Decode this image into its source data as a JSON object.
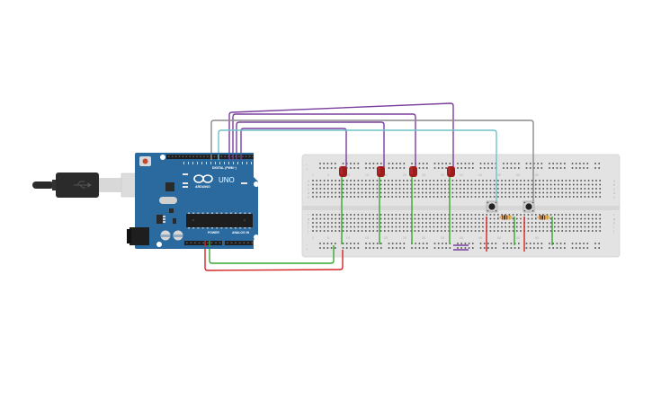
{
  "scene": {
    "type": "circuit-breadboard-view",
    "background": "#ffffff"
  },
  "arduino": {
    "brand_label": "ARDUINO",
    "model_label": "UNO",
    "digital_header_label": "DIGITAL (PWM~)",
    "power_header_label": "POWER",
    "analog_header_label": "ANALOG IN",
    "board_color": "#2a6a9f",
    "header_color": "#1f1f1f"
  },
  "usb_cable": {
    "label": "USB",
    "color": "#2b2b2b"
  },
  "breadboard": {
    "color": "#e3e3e3",
    "column_labels": [
      "1",
      "5",
      "10",
      "15",
      "20",
      "25",
      "30",
      "35",
      "40",
      "45",
      "50",
      "55",
      "60"
    ],
    "row_labels_top": [
      "a",
      "b",
      "c",
      "d",
      "e"
    ],
    "row_labels_bottom": [
      "f",
      "g",
      "h",
      "i",
      "j"
    ],
    "rail_minus": "−",
    "rail_plus": "+"
  },
  "components": {
    "leds": [
      {
        "name": "led-1",
        "color": "#9e1c1c"
      },
      {
        "name": "led-2",
        "color": "#9e1c1c"
      },
      {
        "name": "led-3",
        "color": "#9e1c1c"
      },
      {
        "name": "led-4",
        "color": "#9e1c1c"
      }
    ],
    "pushbuttons": [
      {
        "name": "pushbutton-1"
      },
      {
        "name": "pushbutton-2"
      }
    ],
    "resistors": [
      {
        "name": "resistor-1",
        "bands": [
          "#8b4513",
          "#000000",
          "#cc2200",
          "#c9a227"
        ]
      },
      {
        "name": "resistor-2",
        "bands": [
          "#8b4513",
          "#000000",
          "#cc2200",
          "#c9a227"
        ]
      }
    ]
  },
  "wire_colors": {
    "purple": "#7b3f9e",
    "cyan": "#6ec3c9",
    "gray": "#8c8c8c",
    "green": "#37a832",
    "red": "#d42626"
  }
}
